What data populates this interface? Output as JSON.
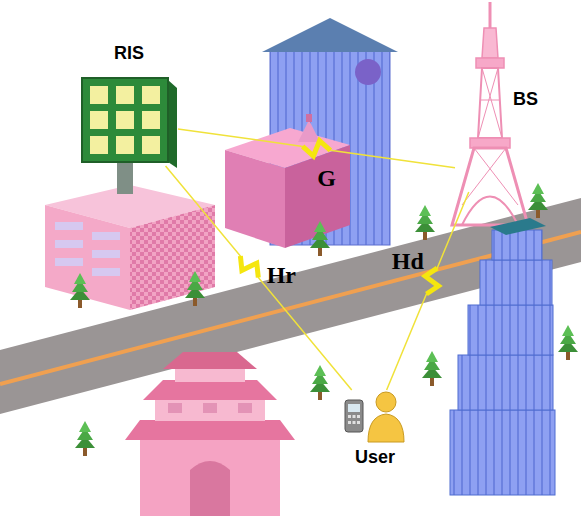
{
  "diagram": {
    "nodes": [
      {
        "text": [
          "RIS"
        ]
      },
      {
        "text": [
          "BS"
        ]
      },
      {
        "text": [
          "User"
        ]
      }
    ],
    "edges": [
      {
        "from": 0,
        "to": 1,
        "label": "G",
        "arrow": "none"
      },
      {
        "from": 0,
        "to": 2,
        "label": "Hr",
        "arrow": "none"
      },
      {
        "from": 1,
        "to": 2,
        "label": "Hd",
        "arrow": "none"
      }
    ]
  }
}
